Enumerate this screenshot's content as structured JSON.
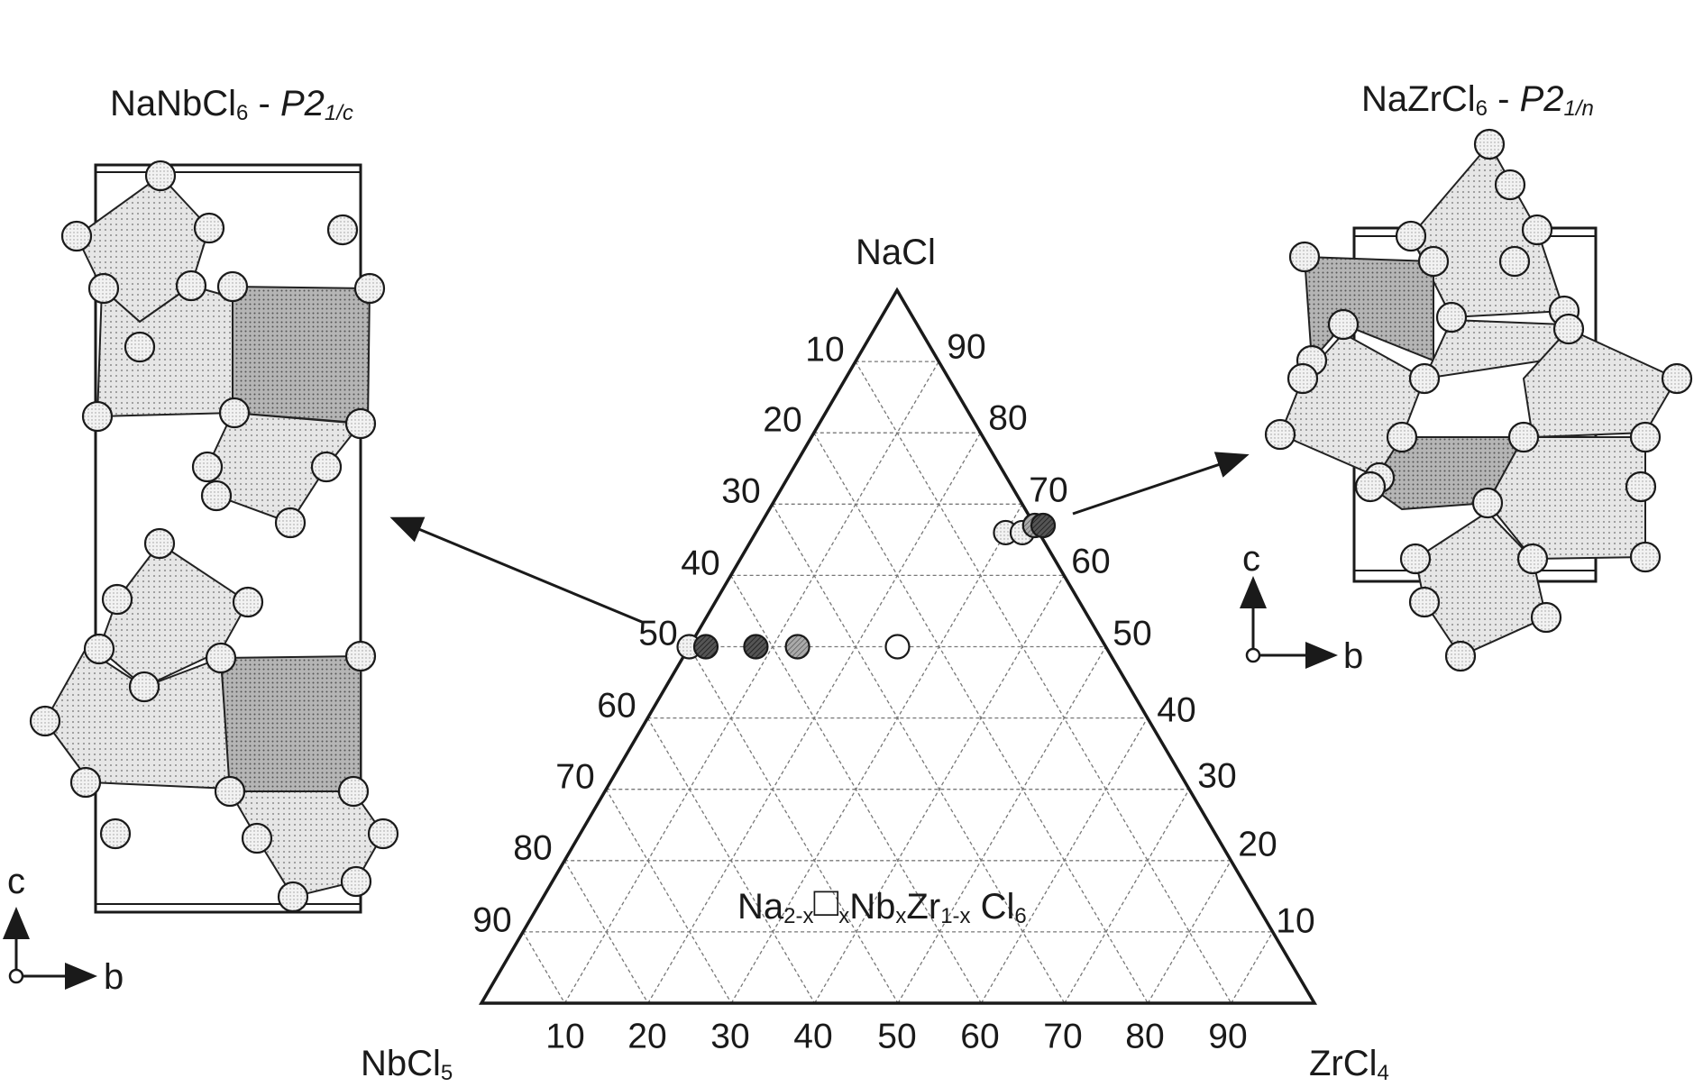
{
  "left_structure": {
    "formula_prefix": "NaNbCl",
    "formula_sub": "6",
    "separator": " - ",
    "space_group": "P2",
    "space_group_sub": "1/c",
    "axis_c": "c",
    "axis_b": "b"
  },
  "right_structure": {
    "formula_prefix": "NaZrCl",
    "formula_sub": "6",
    "separator": " - ",
    "space_group": "P2",
    "space_group_sub": "1/n",
    "axis_c": "c",
    "axis_b": "b"
  },
  "ternary": {
    "apex_top": "NaCl",
    "apex_left_prefix": "NbCl",
    "apex_left_sub": "5",
    "apex_right_prefix": "ZrCl",
    "apex_right_sub": "4",
    "left_ticks": [
      "10",
      "20",
      "30",
      "40",
      "50",
      "60",
      "70",
      "80",
      "90"
    ],
    "right_ticks": [
      "90",
      "80",
      "70",
      "60",
      "50",
      "40",
      "30",
      "20",
      "10"
    ],
    "bottom_ticks": [
      "10",
      "20",
      "30",
      "40",
      "50",
      "60",
      "70",
      "80",
      "90"
    ],
    "composition": {
      "p1": "Na",
      "s1": "2-x",
      "box": "□",
      "s2": "x",
      "p2": "Nb",
      "s3": "x",
      "p3": "Zr",
      "s4": "1-x",
      "p4": " Cl",
      "s5": "6"
    }
  },
  "chart_data": {
    "type": "scatter",
    "coordinate_system": "ternary (mol %)",
    "apices": [
      "NaCl",
      "NbCl5",
      "ZrCl4"
    ],
    "points": [
      {
        "NaCl": 50,
        "ZrCl4": 0,
        "shade": "light"
      },
      {
        "NaCl": 50,
        "ZrCl4": 2,
        "shade": "dark"
      },
      {
        "NaCl": 50,
        "ZrCl4": 8,
        "shade": "dark"
      },
      {
        "NaCl": 50,
        "ZrCl4": 13,
        "shade": "medium"
      },
      {
        "NaCl": 50,
        "ZrCl4": 25,
        "shade": "none"
      },
      {
        "NaCl": 66,
        "ZrCl4": 30,
        "shade": "light"
      },
      {
        "NaCl": 66,
        "ZrCl4": 32,
        "shade": "light"
      },
      {
        "NaCl": 67,
        "ZrCl4": 33,
        "shade": "medium"
      },
      {
        "NaCl": 67,
        "ZrCl4": 34,
        "shade": "dark"
      }
    ],
    "grid": true
  },
  "colors": {
    "line": "#1a1a1a",
    "grid": "#777777",
    "poly_light": "#dcdcdc",
    "poly_dark": "#a9a9a9",
    "atom": "#ececec",
    "light": "#d0d0d0",
    "medium": "#8a8a8a",
    "dark": "#3a3a3a"
  }
}
